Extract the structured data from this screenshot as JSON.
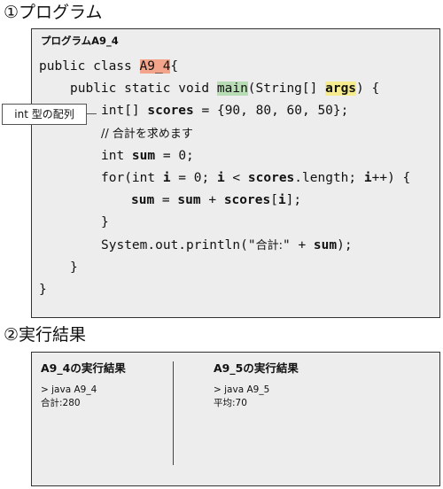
{
  "section1": {
    "heading": "①プログラム"
  },
  "code": {
    "title": "プログラムA9_4",
    "line1": {
      "kw": "public class ",
      "cls": "A9_4",
      "end": "{"
    },
    "line2": {
      "kw": "public static void ",
      "method": "main",
      "mid": "(String[] ",
      "args": "args",
      "end": ") {"
    },
    "line3": {
      "pre": "int[] ",
      "var": "scores",
      "post": " = {90, 80, 60, 50};"
    },
    "line4": {
      "text": "// 合計を求めます"
    },
    "line5": {
      "pre": "int ",
      "var": "sum",
      "post": " = 0;"
    },
    "line6": {
      "a": "for(int ",
      "i1": "i",
      "b": " = 0; ",
      "i2": "i",
      "c": " < ",
      "s": "scores",
      "d": ".length; ",
      "i3": "i",
      "e": "++) {"
    },
    "line7": {
      "s1": "sum",
      "a": " = ",
      "s2": "sum",
      "b": " + ",
      "sc": "scores",
      "c": "[",
      "i": "i",
      "d": "];"
    },
    "line8": {
      "text": "}"
    },
    "line9": {
      "a": "System.out.println(\"",
      "jp": "合計:",
      "b": "\" + ",
      "sum": "sum",
      "c": ");"
    },
    "line10": {
      "text": "}"
    },
    "line11": {
      "text": "}"
    }
  },
  "callout": {
    "label": "int 型の配列"
  },
  "section2": {
    "heading": "②実行結果"
  },
  "results": {
    "left": {
      "title": "A9_4の実行結果",
      "command": "> java A9_4",
      "output": "合計:280"
    },
    "right": {
      "title": "A9_5の実行結果",
      "command": "> java A9_5",
      "output": "平均:70"
    }
  },
  "colors": {
    "class_highlight": "#f2a58a",
    "main_highlight": "#b8dcb4",
    "args_highlight": "#f6ec8e",
    "panel_bg": "#ededed"
  }
}
